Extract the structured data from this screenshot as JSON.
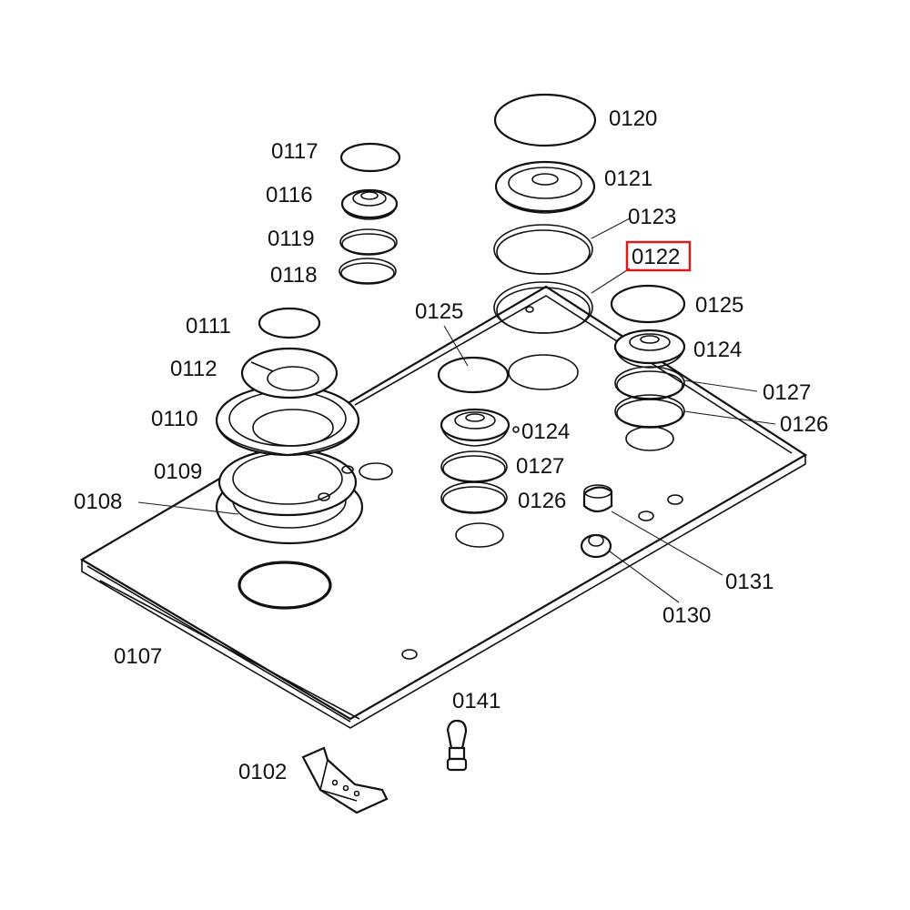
{
  "highlight_color": "#d41d1d",
  "labels": {
    "p0102": "0102",
    "p0107": "0107",
    "p0108": "0108",
    "p0109": "0109",
    "p0110": "0110",
    "p0111": "0111",
    "p0112": "0112",
    "p0116": "0116",
    "p0117": "0117",
    "p0118": "0118",
    "p0119": "0119",
    "p0120": "0120",
    "p0121": "0121",
    "p0122": "0122",
    "p0123": "0123",
    "p0124a": "0124",
    "p0124b": "0124",
    "p0125a": "0125",
    "p0125b": "0125",
    "p0126a": "0126",
    "p0126b": "0126",
    "p0127a": "0127",
    "p0127b": "0127",
    "p0130": "0130",
    "p0131": "0131",
    "p0141": "0141"
  },
  "highlighted_part": "0122"
}
